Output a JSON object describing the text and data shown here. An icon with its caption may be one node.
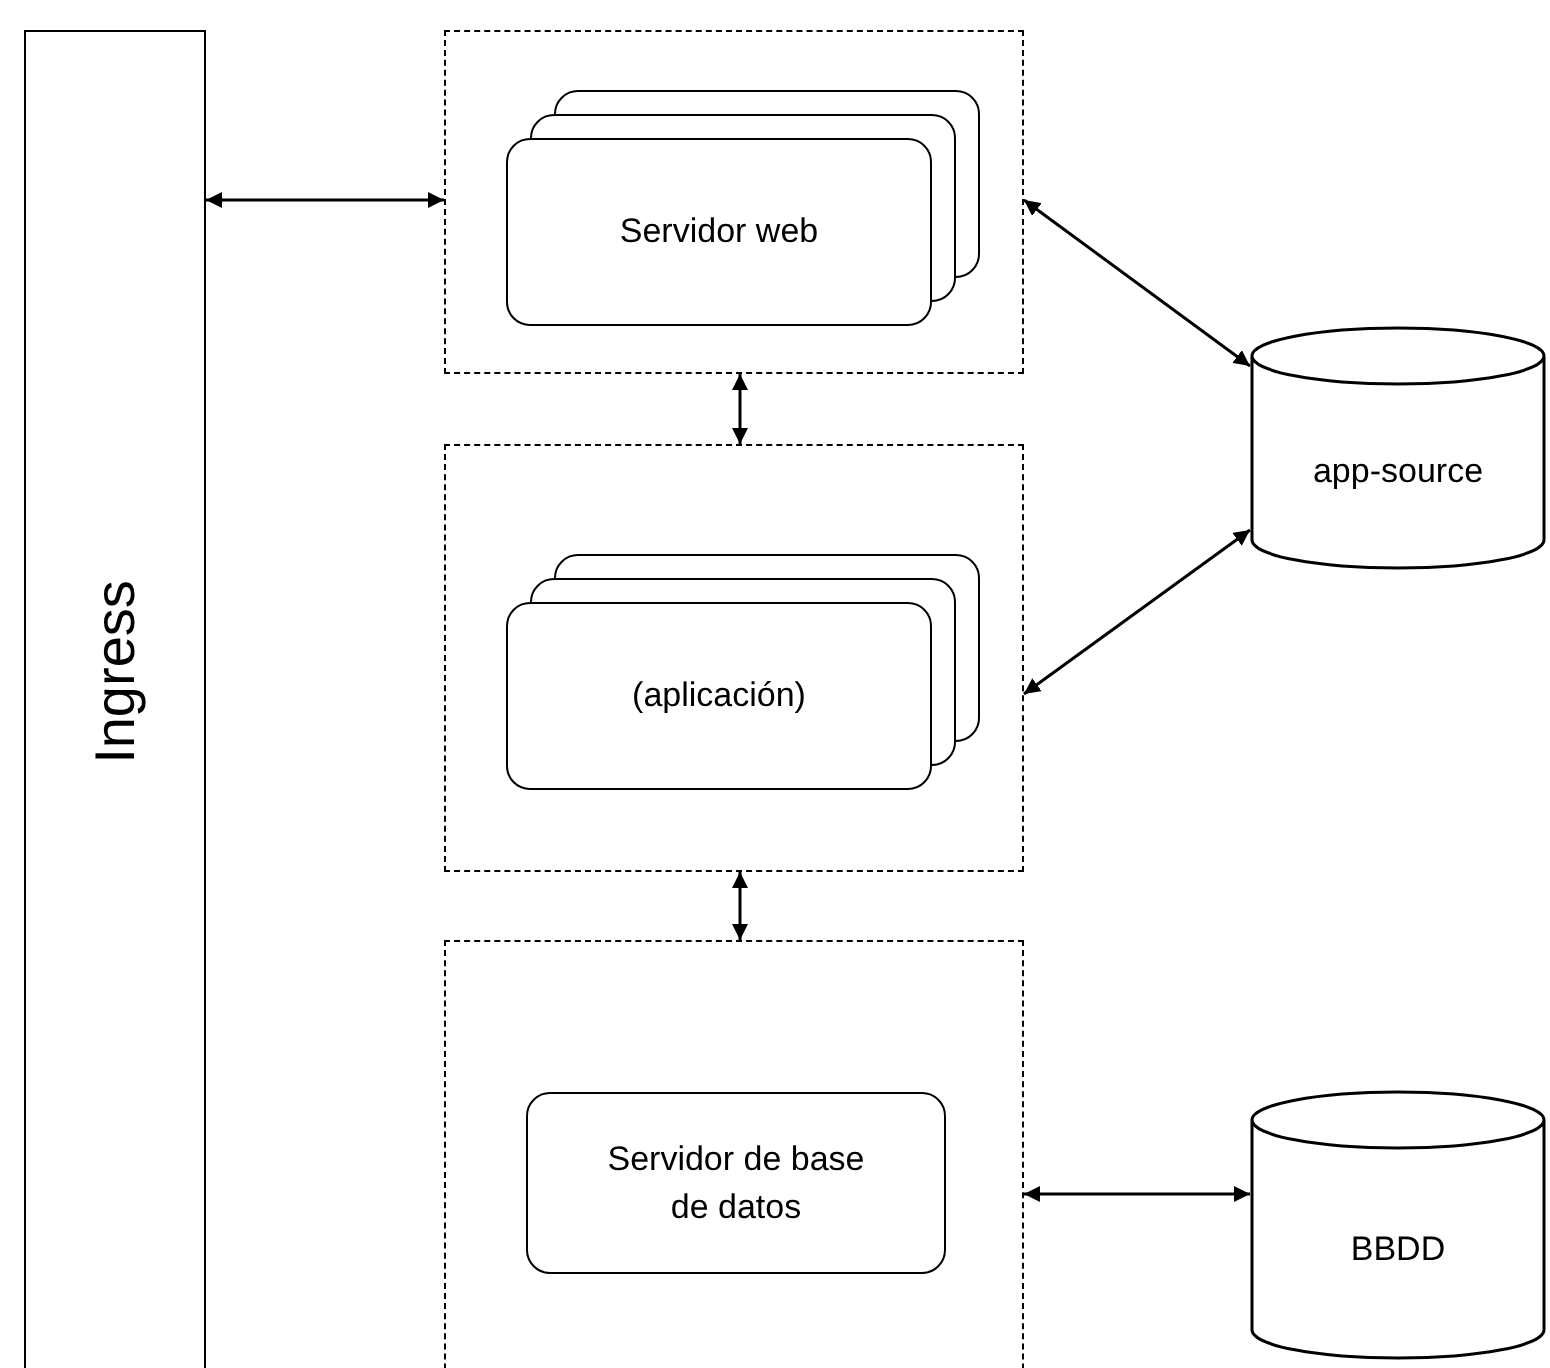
{
  "diagram": {
    "nodes": [
      {
        "text": [
          "Ingress"
        ]
      },
      {
        "text": [],
        "shape": "box"
      },
      {
        "text": [
          "Servidor web"
        ],
        "in": 1
      },
      {
        "text": [],
        "shape": "box"
      },
      {
        "text": [
          "(aplicación)"
        ],
        "in": 3
      },
      {
        "text": [],
        "shape": "box"
      },
      {
        "text": [
          "Servidor de base de datos"
        ],
        "in": 5
      },
      {
        "text": [
          "app-source"
        ]
      },
      {
        "text": [
          "BBDD"
        ]
      }
    ],
    "edges": [
      {
        "from": 0,
        "to": 1,
        "arrow": "both"
      },
      {
        "from": 1,
        "to": 3,
        "arrow": "both"
      },
      {
        "from": 1,
        "to": 7,
        "arrow": "both"
      },
      {
        "from": 3,
        "to": 7,
        "arrow": "both"
      },
      {
        "from": 3,
        "to": 5,
        "arrow": "both"
      },
      {
        "from": 5,
        "to": 8,
        "arrow": "both"
      }
    ]
  }
}
